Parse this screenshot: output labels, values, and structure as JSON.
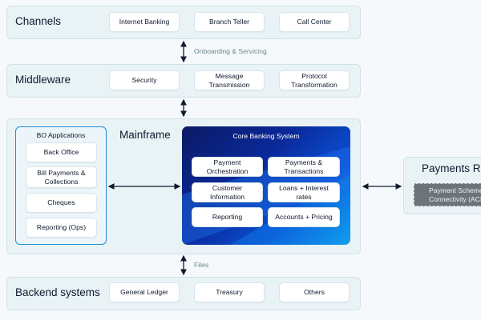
{
  "layers": {
    "channels": {
      "title": "Channels",
      "items": [
        "Internet Banking",
        "Branch Teller",
        "Call Center"
      ]
    },
    "middleware": {
      "title": "Middleware",
      "items": [
        "Security",
        "Message\nTransmission",
        "Protocol\nTransformation"
      ]
    },
    "mainframe": {
      "title": "Mainframe"
    },
    "backend": {
      "title": "Backend systems",
      "items": [
        "General Ledger",
        "Treasury",
        "Others"
      ]
    },
    "payments_rails": {
      "title": "Payments Ra",
      "item": "Payment Scheme\nConnectivity (ACH"
    }
  },
  "bo_applications": {
    "title": "BO Applications",
    "items": [
      "Back Office",
      "Bill Payments &\nCollections",
      "Cheques",
      "Reporting (Ops)"
    ]
  },
  "core_banking": {
    "title": "Core Banking System",
    "items": [
      "Payment\nOrchestration",
      "Payments &\nTransactions",
      "Customer\nInformation",
      "Loans + Interest\nrates",
      "Reporting",
      "Accounts + Pricing"
    ]
  },
  "edge_labels": {
    "channels_middleware": "Onboarding & Servicing",
    "mainframe_backend": "Files"
  },
  "colors": {
    "layer_fill": "#e9f3f6",
    "accent_border": "#1d8fd3",
    "core_gradient_start": "#0b1a66",
    "core_gradient_end": "#12a6f0",
    "arrow": "#0f1a2e",
    "label_muted": "#6e8490"
  }
}
